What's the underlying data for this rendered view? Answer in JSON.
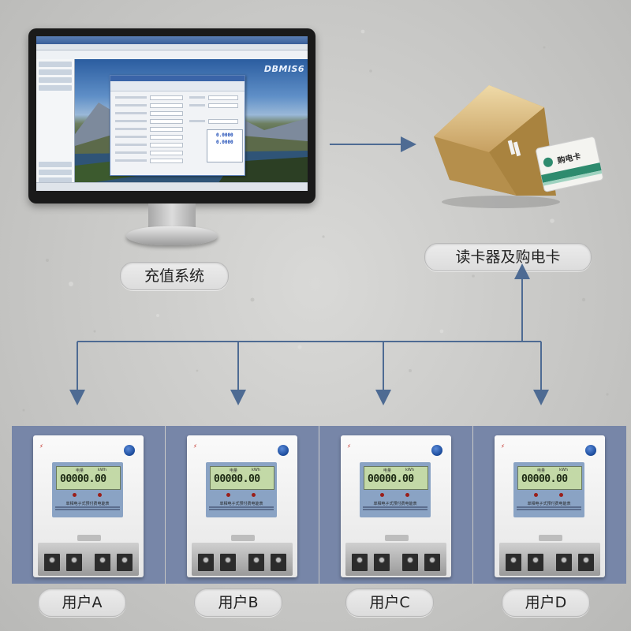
{
  "diagram": {
    "recharge_system_label": "充值系统",
    "reader_label": "读卡器及购电卡",
    "users": [
      {
        "label": "用户A"
      },
      {
        "label": "用户B"
      },
      {
        "label": "用户C"
      },
      {
        "label": "用户D"
      }
    ]
  },
  "monitor_screen": {
    "brand": "DBMIS6",
    "meter_values": [
      "0.0000",
      "0.0000"
    ]
  },
  "card": {
    "text": "购电卡"
  },
  "meter": {
    "lcd_unit": "kWh",
    "lcd_label": "电量",
    "lcd_reading": "00000.00",
    "title": "单相电子式预付费电能表"
  },
  "colors": {
    "connector": "#4e6b93",
    "panel": "#7786a8",
    "reader_gold": "#c9a35e"
  }
}
